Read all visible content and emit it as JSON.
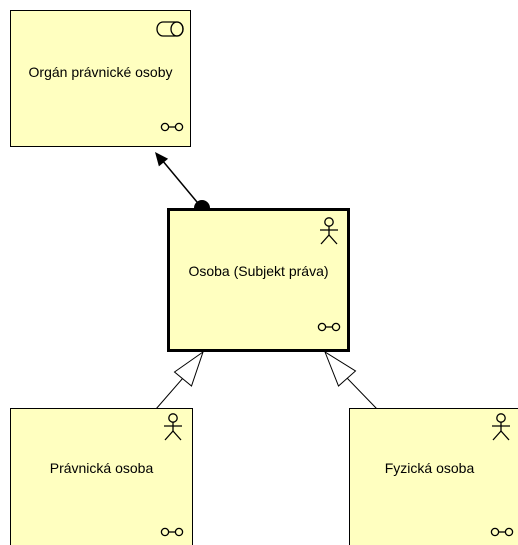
{
  "diagram": {
    "nodes": {
      "organ": {
        "label": "Orgán právnické osoby",
        "type_icon": "role-icon",
        "view_icon": "glasses-icon"
      },
      "osoba": {
        "label": "Osoba (Subjekt práva)",
        "type_icon": "actor-icon",
        "view_icon": "glasses-icon",
        "selected": true
      },
      "pravnicka": {
        "label": "Právnická osoba",
        "type_icon": "actor-icon",
        "view_icon": "glasses-icon"
      },
      "fyzicka": {
        "label": "Fyzická osoba",
        "type_icon": "actor-icon",
        "view_icon": "glasses-icon"
      }
    },
    "relations": [
      {
        "type": "assignment",
        "from": "osoba",
        "to": "organ"
      },
      {
        "type": "specialization",
        "from": "pravnicka",
        "to": "osoba"
      },
      {
        "type": "specialization",
        "from": "fyzicka",
        "to": "osoba"
      }
    ],
    "colors": {
      "node_fill": "#ffffc0",
      "border": "#000000",
      "background": "#ffffff"
    }
  }
}
